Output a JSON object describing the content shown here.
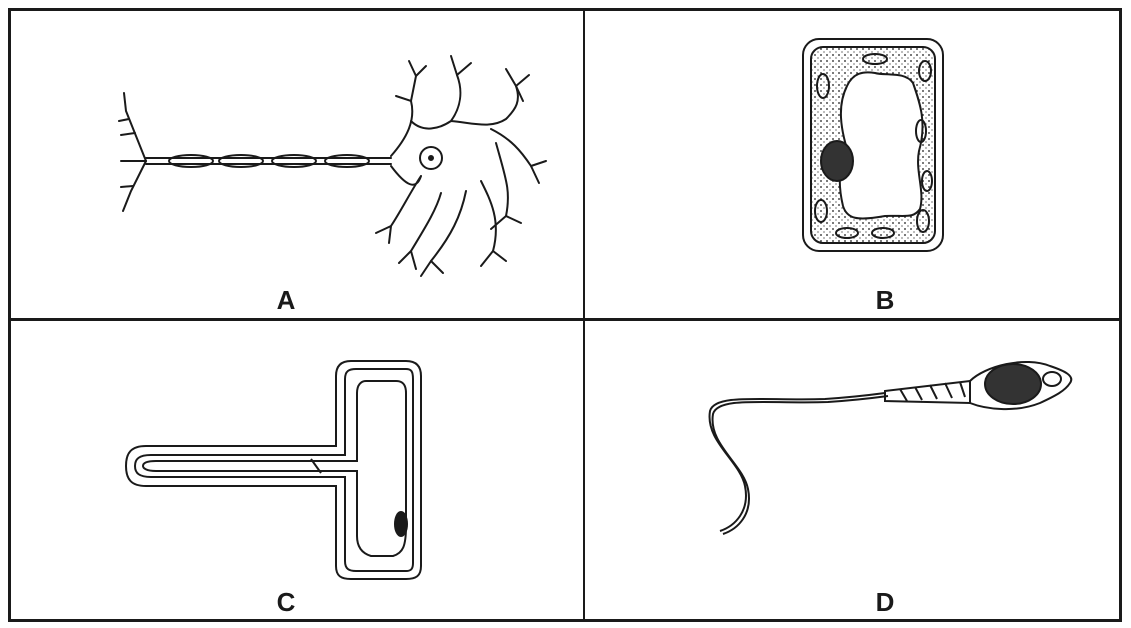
{
  "panels": [
    {
      "label": "A",
      "icon": "nerve-cell-icon"
    },
    {
      "label": "B",
      "icon": "plant-cell-icon"
    },
    {
      "label": "C",
      "icon": "root-hair-cell-icon"
    },
    {
      "label": "D",
      "icon": "sperm-cell-icon"
    }
  ],
  "colors": {
    "ink": "#1a1a1a",
    "background": "#ffffff"
  }
}
